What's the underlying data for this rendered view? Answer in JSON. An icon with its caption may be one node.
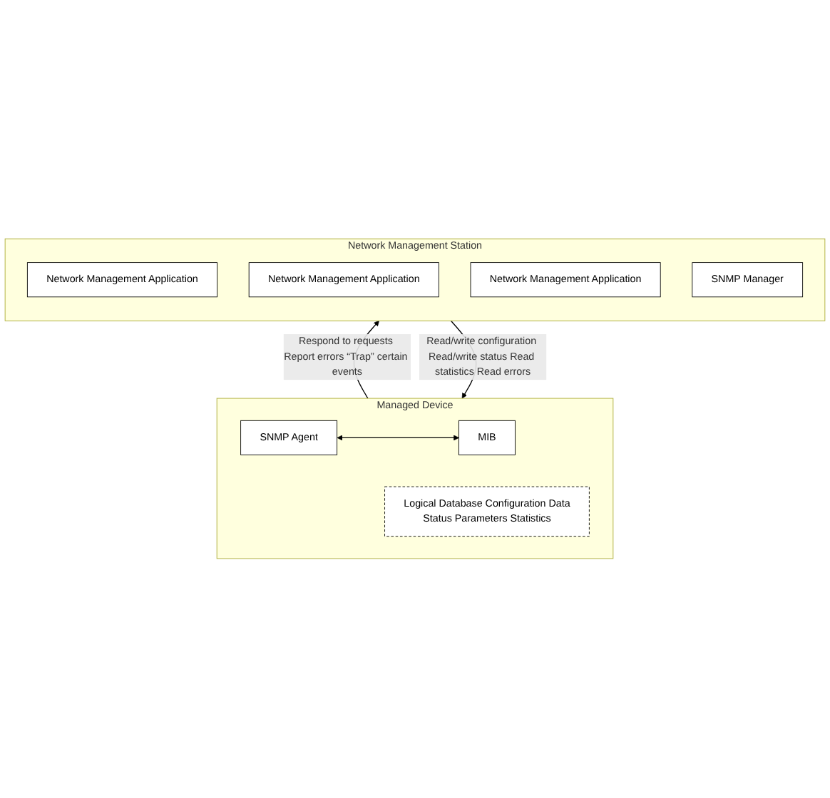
{
  "diagram": {
    "nodes": [
      {
        "text": [
          "Network Management Station"
        ]
      },
      {
        "text": [
          "Network Management Application"
        ],
        "in": 0
      },
      {
        "text": [
          "Network Management Application"
        ],
        "in": 0
      },
      {
        "text": [
          "Network Management Application"
        ],
        "in": 0
      },
      {
        "text": [
          "SNMP Manager"
        ],
        "in": 0
      },
      {
        "text": [
          "Managed Device"
        ]
      },
      {
        "text": [
          "SNMP Agent"
        ],
        "in": 5
      },
      {
        "text": [
          "MIB"
        ],
        "in": 5
      },
      {
        "text": [
          "Logical Database Configuration Data",
          "Status Parameters Statistics"
        ],
        "in": 5
      }
    ],
    "edges": [
      {
        "from": 0,
        "to": 5,
        "arrow": "to",
        "label": "Read/write configuration Read/write status Read statistics Read errors"
      },
      {
        "from": 5,
        "to": 0,
        "arrow": "to",
        "label": "Respond to requests Report errors “Trap” certain events"
      },
      {
        "from": 6,
        "to": 7,
        "arrow": "both"
      }
    ]
  }
}
